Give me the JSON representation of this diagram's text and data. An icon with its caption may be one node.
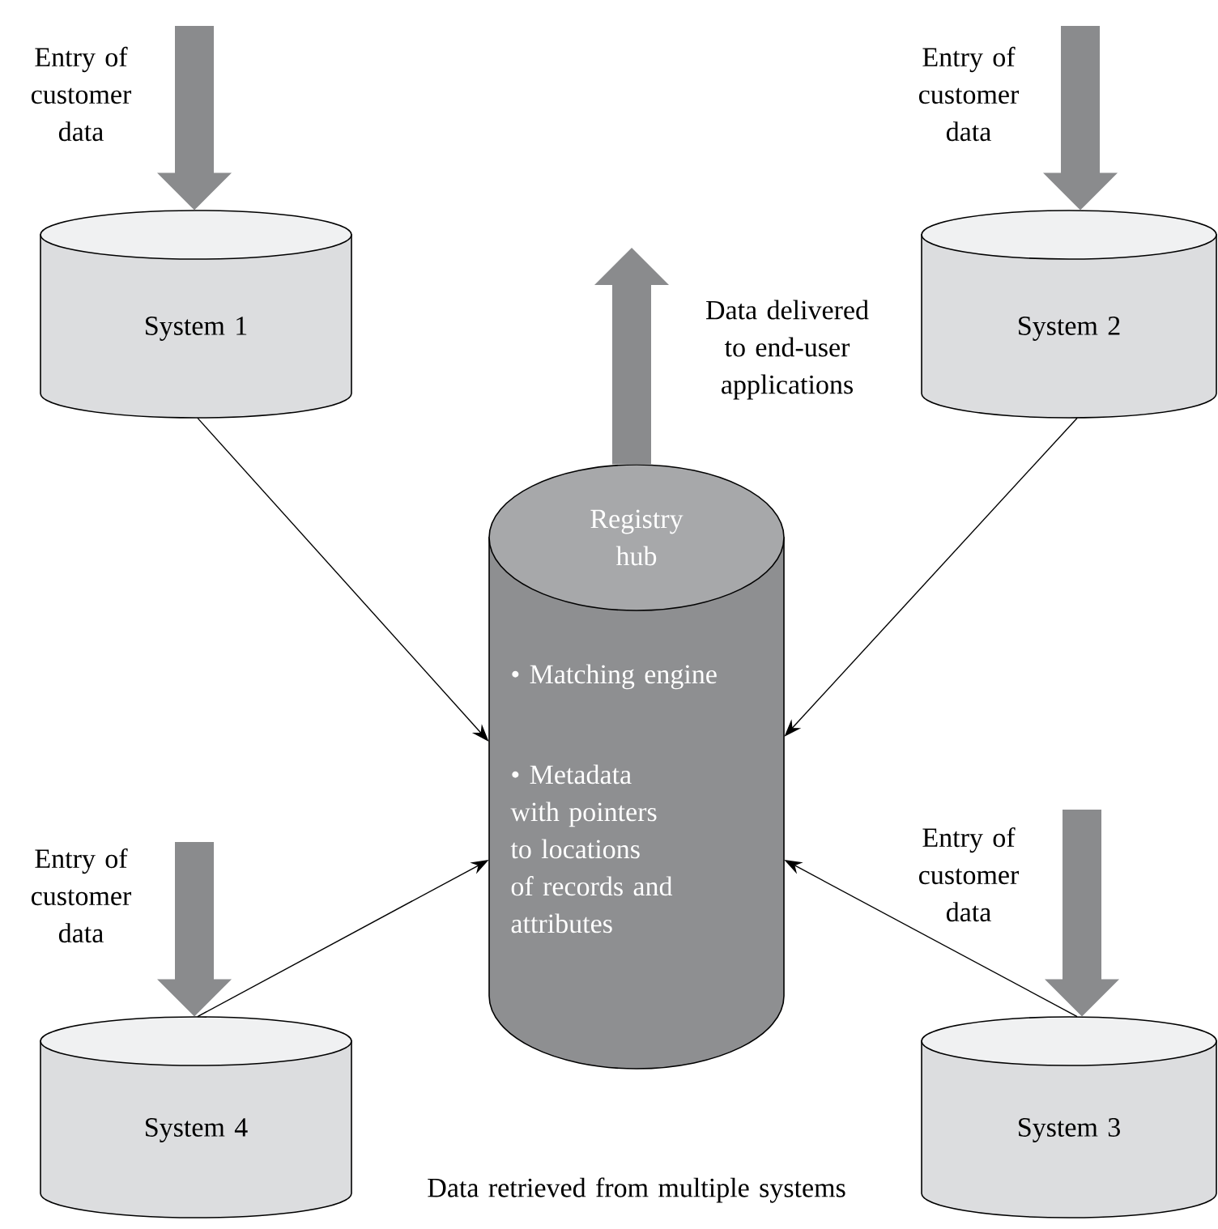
{
  "diagram": {
    "nodes": [
      {
        "text": [
          "System 1"
        ],
        "beside": [
          "Entry of customer data"
        ]
      },
      {
        "text": [
          "System 2"
        ],
        "beside": [
          "Entry of customer data"
        ]
      },
      {
        "text": [
          "Registry hub",
          "• Matching engine",
          "• Metadata with pointers to locations of records and attributes"
        ]
      },
      {
        "text": [
          "System 4"
        ],
        "beside": [
          "Entry of customer data"
        ]
      },
      {
        "text": [
          "System 3"
        ],
        "beside": [
          "Entry of customer data"
        ]
      }
    ],
    "edges": [
      {
        "from": 0,
        "to": 2,
        "arrow": "to",
        "color": "#000000"
      },
      {
        "from": 1,
        "to": 2,
        "arrow": "to",
        "color": "#000000"
      },
      {
        "from": 3,
        "to": 2,
        "arrow": "to",
        "color": "#000000"
      },
      {
        "from": 4,
        "to": 2,
        "arrow": "to",
        "color": "#000000"
      },
      {
        "from": null,
        "to": 0,
        "arrow": "to",
        "style": "thick",
        "color": "#8a8b8d"
      },
      {
        "from": null,
        "to": 1,
        "arrow": "to",
        "style": "thick",
        "color": "#8a8b8d"
      },
      {
        "from": null,
        "to": 3,
        "arrow": "to",
        "style": "thick",
        "color": "#8a8b8d"
      },
      {
        "from": null,
        "to": 4,
        "arrow": "to",
        "style": "thick",
        "color": "#8a8b8d"
      },
      {
        "from": 2,
        "to": null,
        "arrow": "to",
        "style": "thick",
        "color": "#8a8b8d",
        "label": "Data delivered to end-user applications"
      }
    ],
    "labels": [
      "Data retrieved from multiple systems"
    ]
  }
}
